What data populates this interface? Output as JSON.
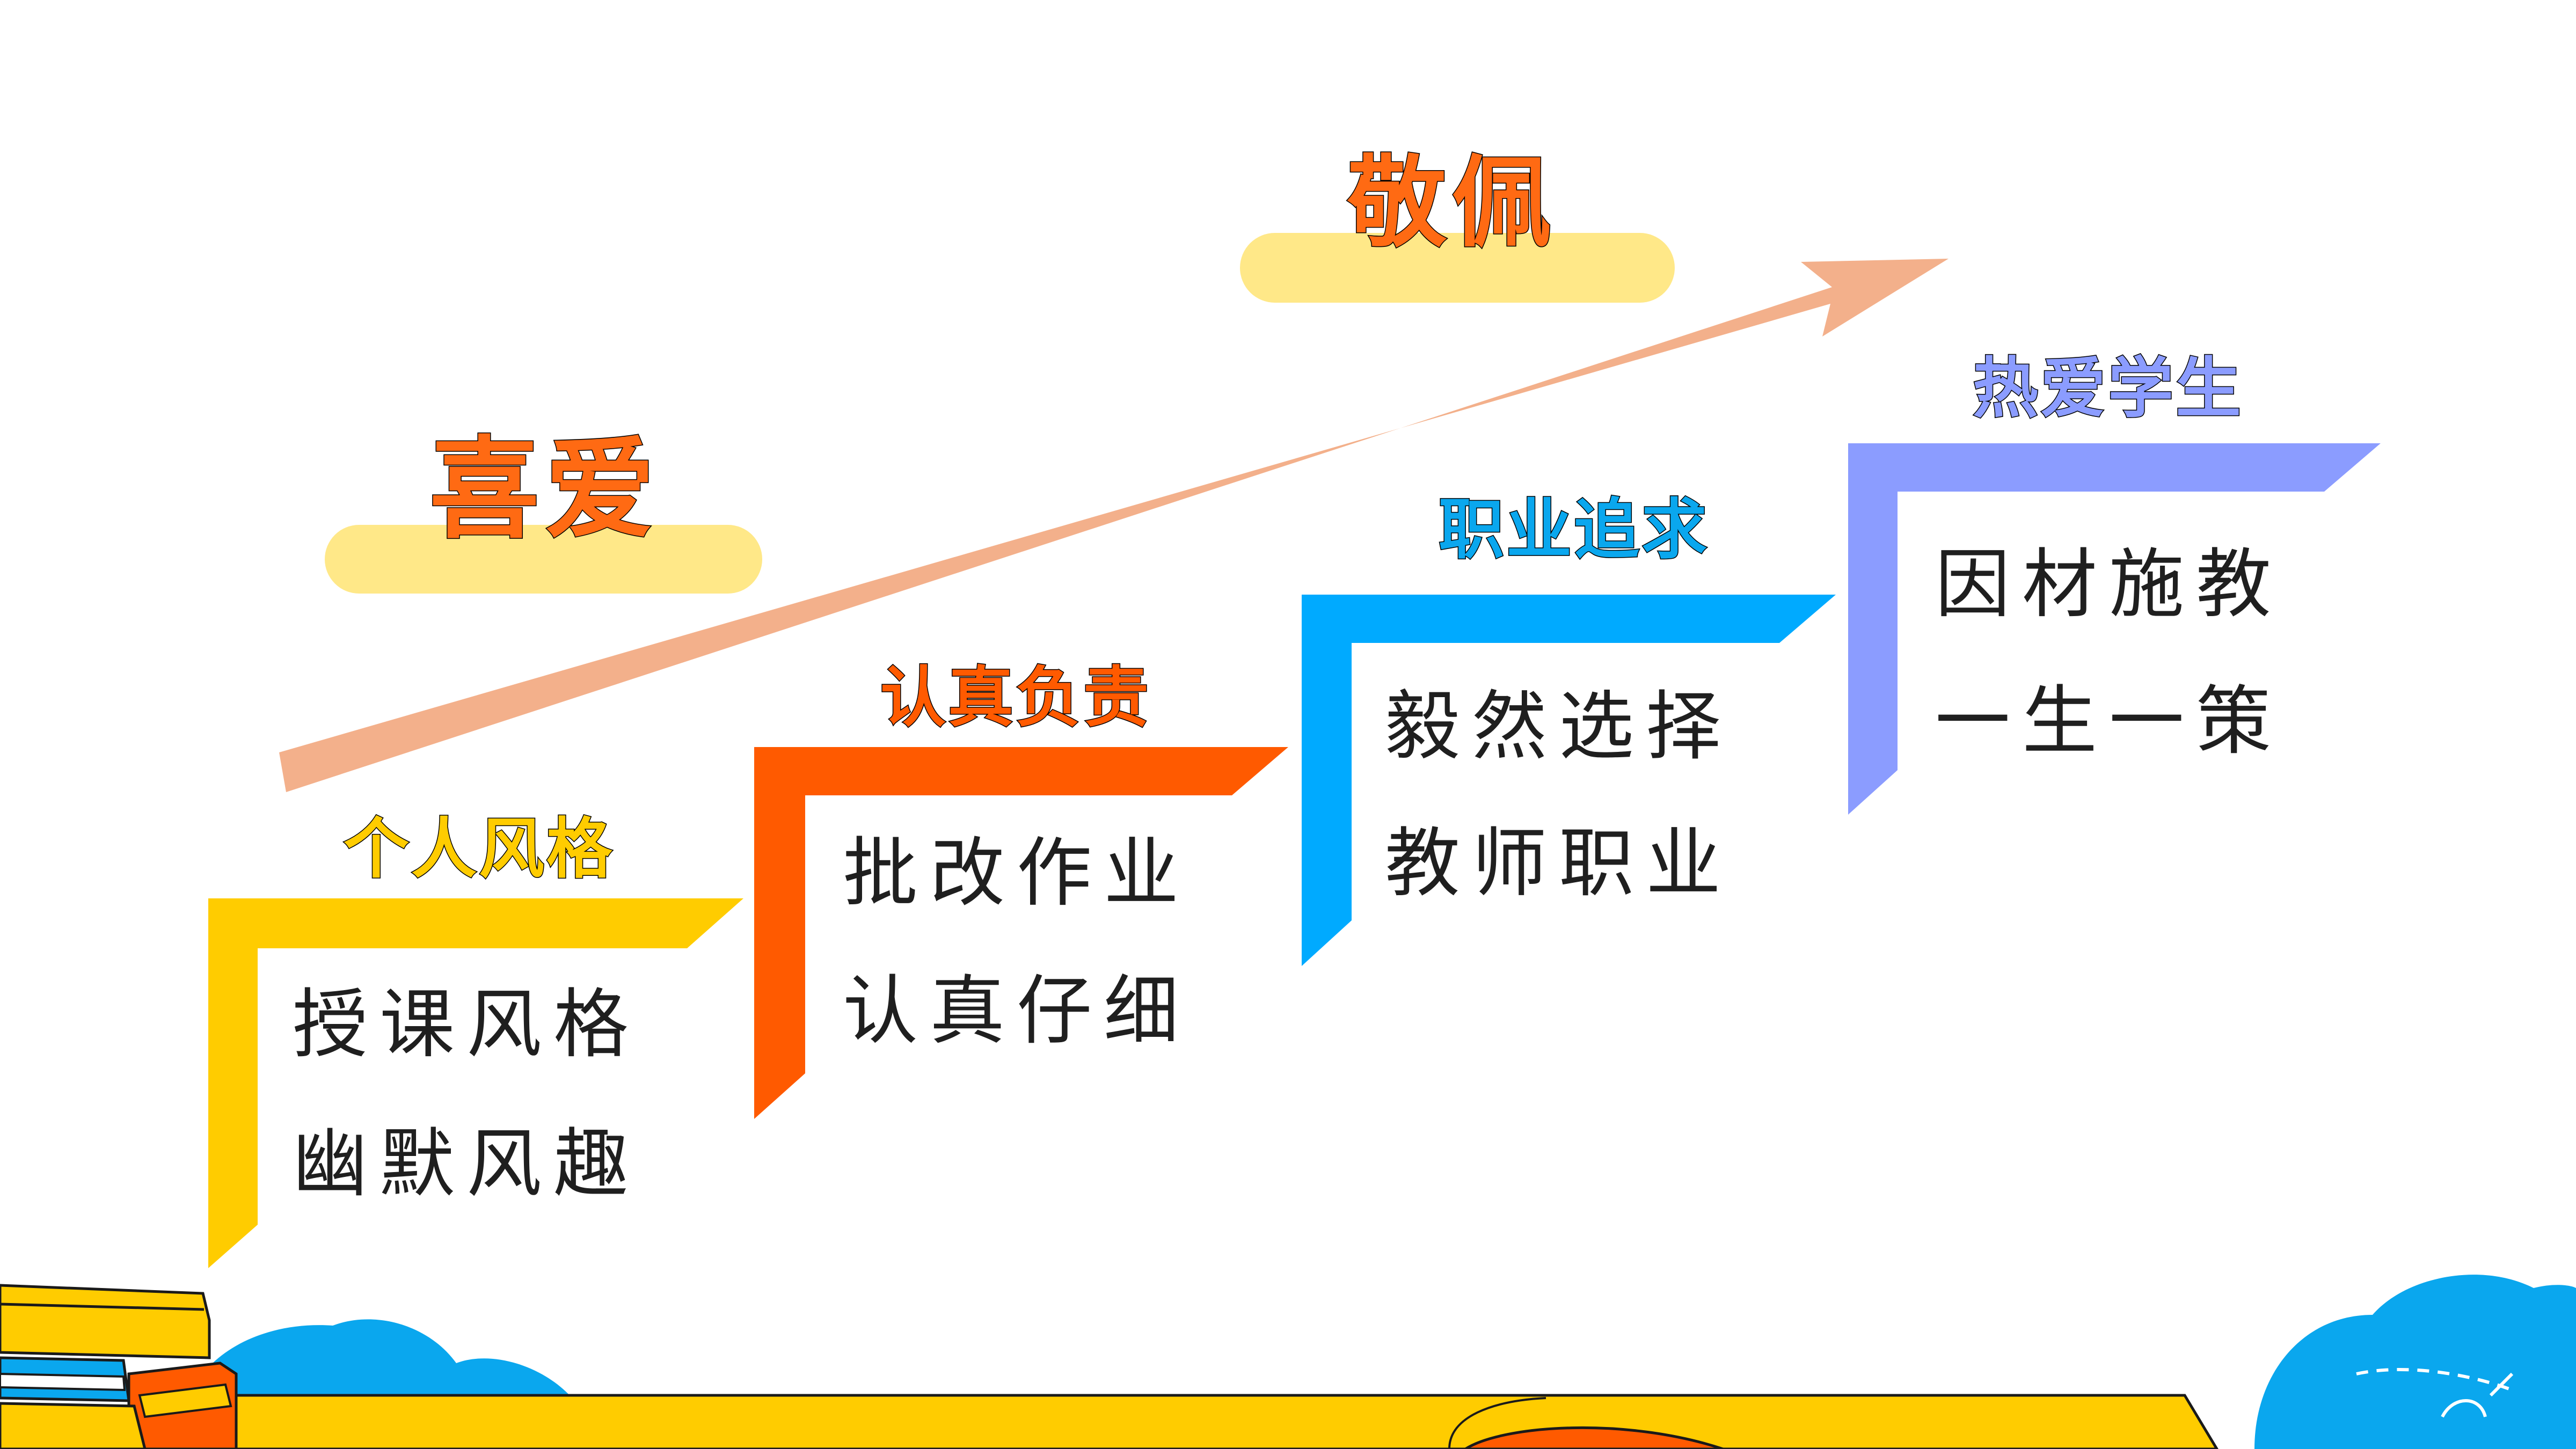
{
  "colors": {
    "yellow": "#ffcc00",
    "orange_red": "#ff5a00",
    "sky_blue": "#00aaff",
    "periwinkle": "#8b9cff",
    "arrow": "#f3b08b",
    "pill": "#ffe888",
    "heading_orange": "#ff6a13",
    "cloud_blue": "#0aa7ee",
    "body_text": "#1f1f1f"
  },
  "headings": {
    "like": "喜爱",
    "admire": "敬佩"
  },
  "steps": [
    {
      "title": "个人风格",
      "title_color": "#ffcc00",
      "bracket_color": "#ffcc00",
      "lines": [
        "授课风格",
        "幽默风趣"
      ]
    },
    {
      "title": "认真负责",
      "title_color": "#ff5a00",
      "bracket_color": "#ff5a00",
      "lines": [
        "批改作业",
        "认真仔细"
      ]
    },
    {
      "title": "职业追求",
      "title_color": "#0aa7ee",
      "bracket_color": "#00aaff",
      "lines": [
        "毅然选择",
        "教师职业"
      ]
    },
    {
      "title": "热爱学生",
      "title_color": "#8b9cff",
      "bracket_color": "#8b9cff",
      "lines": [
        "因材施教",
        "一生一策"
      ]
    }
  ],
  "icons": {
    "growth_arrow": "arrow-up-right-icon",
    "books": "book-stack-icon",
    "clouds": "cloud-icon"
  }
}
